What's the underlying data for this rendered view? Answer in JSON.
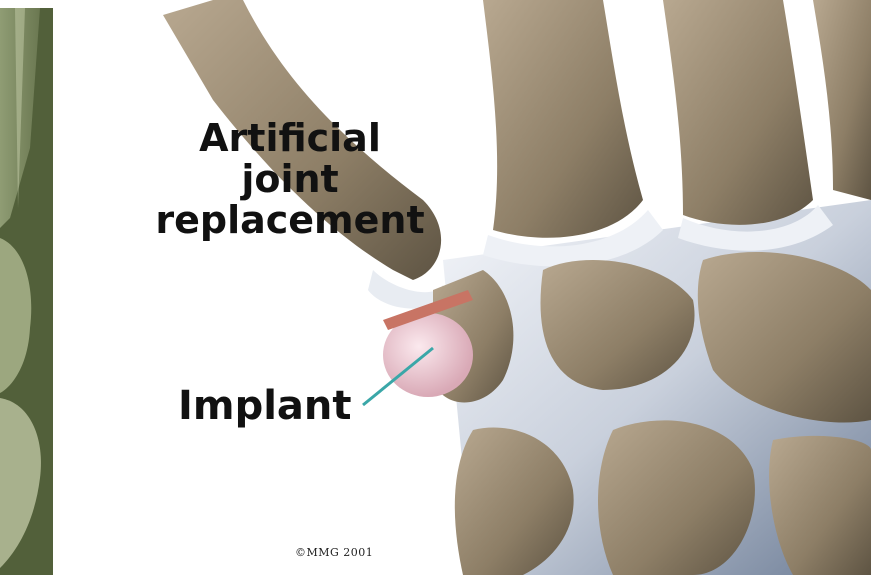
{
  "labels": {
    "title_line1": "Artificial",
    "title_line2": "joint",
    "title_line3": "replacement",
    "implant": "Implant",
    "copyright": "©MMG 2001"
  }
}
